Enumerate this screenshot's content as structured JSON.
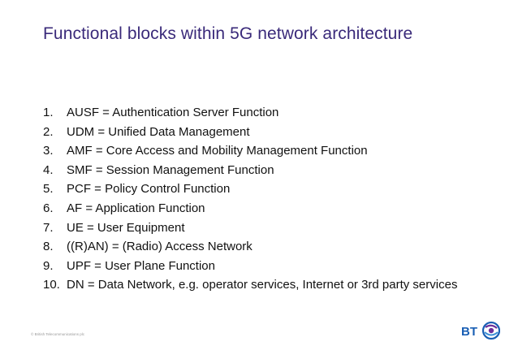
{
  "slide": {
    "title": "Functional blocks within 5G network architecture",
    "items": [
      {
        "num": "1.",
        "text": "AUSF = Authentication Server Function"
      },
      {
        "num": "2.",
        "text": "UDM = Unified Data Management"
      },
      {
        "num": "3.",
        "text": "AMF = Core Access and Mobility Management Function"
      },
      {
        "num": "4.",
        "text": "SMF = Session Management Function"
      },
      {
        "num": "5.",
        "text": "PCF = Policy Control Function"
      },
      {
        "num": "6.",
        "text": "AF = Application Function"
      },
      {
        "num": "7.",
        "text": "UE = User Equipment"
      },
      {
        "num": "8.",
        "text": "((R)AN) = (Radio) Access Network"
      },
      {
        "num": "9.",
        "text": "UPF = User Plane Function"
      },
      {
        "num": "10.",
        "text": "DN = Data Network, e.g. operator services, Internet or 3rd party services"
      }
    ],
    "footer": {
      "copyright": "© British Telecommunications plc",
      "logo_text": "BT"
    }
  },
  "colors": {
    "title": "#3a2a7a",
    "body_text": "#111111",
    "logo_blue": "#1a5fb4",
    "logo_purple": "#6b2f9b"
  },
  "icons": [
    "bt-logo-icon"
  ]
}
